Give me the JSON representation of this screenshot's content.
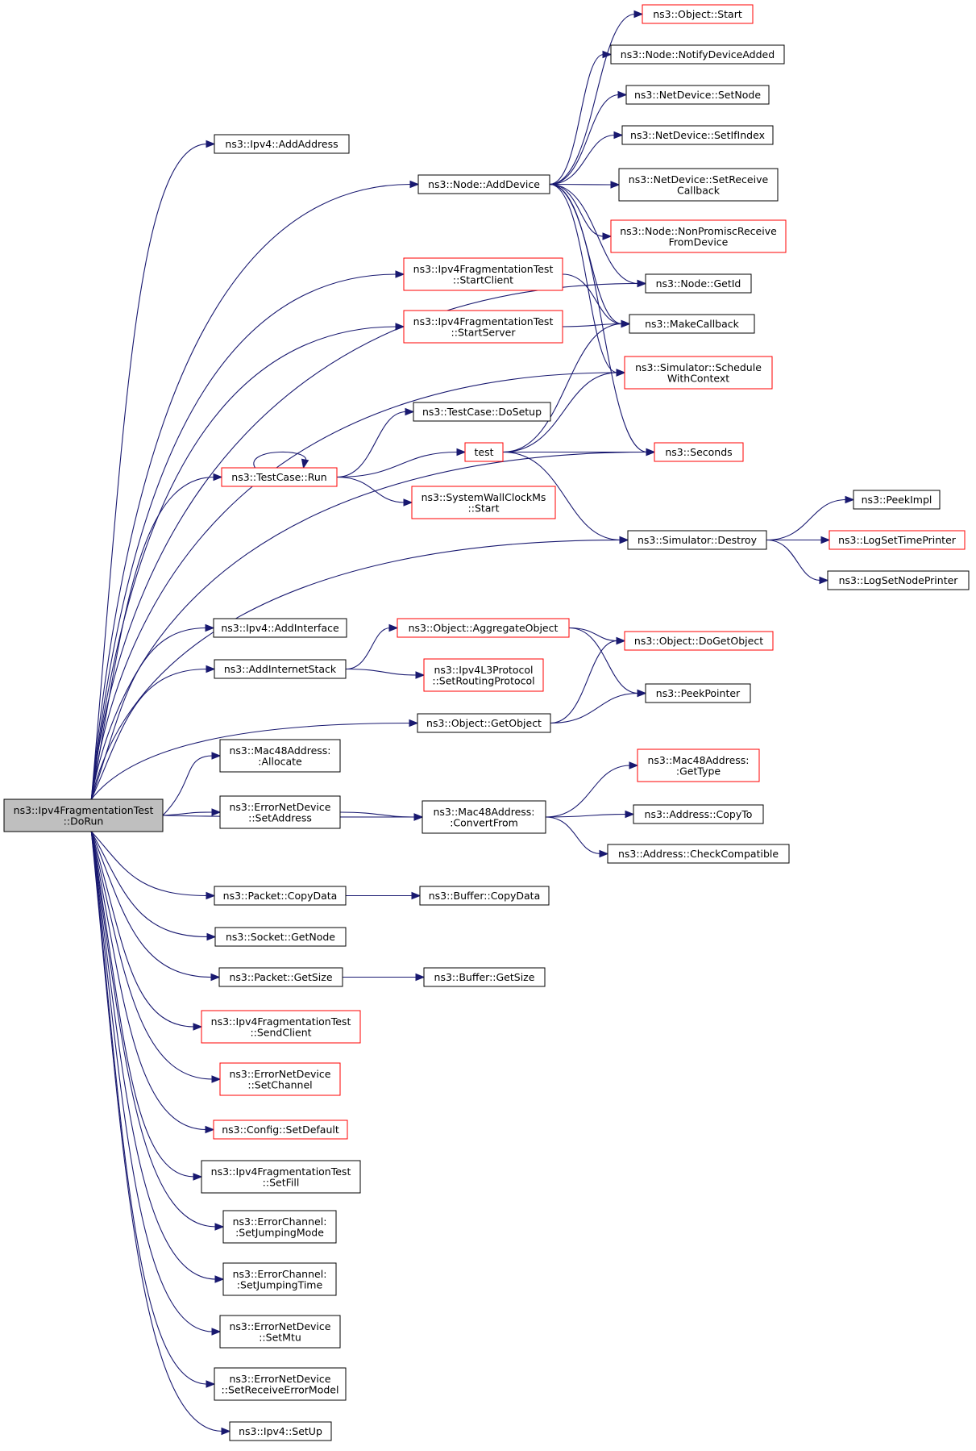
{
  "colors": {
    "edge": "#191970",
    "border_default": "#000000",
    "border_red": "#ff0000",
    "fill_default": "#ffffff",
    "fill_root": "#bfbfbf"
  },
  "nodes": [
    {
      "id": "root",
      "lines": [
        "ns3::Ipv4FragmentationTest",
        "::DoRun"
      ],
      "style": "root"
    },
    {
      "id": "ipv4_addaddress",
      "lines": [
        "ns3::Ipv4::AddAddress"
      ],
      "style": "black"
    },
    {
      "id": "node_adddevice",
      "lines": [
        "ns3::Node::AddDevice"
      ],
      "style": "black"
    },
    {
      "id": "object_start",
      "lines": [
        "ns3::Object::Start"
      ],
      "style": "red"
    },
    {
      "id": "node_notifydeviceadded",
      "lines": [
        "ns3::Node::NotifyDeviceAdded"
      ],
      "style": "black"
    },
    {
      "id": "netdevice_setnode",
      "lines": [
        "ns3::NetDevice::SetNode"
      ],
      "style": "black"
    },
    {
      "id": "netdevice_setifindex",
      "lines": [
        "ns3::NetDevice::SetIfIndex"
      ],
      "style": "black"
    },
    {
      "id": "netdevice_setreceivecallback",
      "lines": [
        "ns3::NetDevice::SetReceive",
        "Callback"
      ],
      "style": "black"
    },
    {
      "id": "node_nonpromiscreceive",
      "lines": [
        "ns3::Node::NonPromiscReceive",
        "FromDevice"
      ],
      "style": "red"
    },
    {
      "id": "node_getid",
      "lines": [
        "ns3::Node::GetId"
      ],
      "style": "black"
    },
    {
      "id": "ipv4frag_startclient",
      "lines": [
        "ns3::Ipv4FragmentationTest",
        "::StartClient"
      ],
      "style": "red"
    },
    {
      "id": "makecallback",
      "lines": [
        "ns3::MakeCallback"
      ],
      "style": "black"
    },
    {
      "id": "ipv4frag_startserver",
      "lines": [
        "ns3::Ipv4FragmentationTest",
        "::StartServer"
      ],
      "style": "red"
    },
    {
      "id": "simulator_schedulewithcontext",
      "lines": [
        "ns3::Simulator::Schedule",
        "WithContext"
      ],
      "style": "red"
    },
    {
      "id": "testcase_dosetup",
      "lines": [
        "ns3::TestCase::DoSetup"
      ],
      "style": "black"
    },
    {
      "id": "test",
      "lines": [
        "test"
      ],
      "style": "red"
    },
    {
      "id": "seconds",
      "lines": [
        "ns3::Seconds"
      ],
      "style": "red"
    },
    {
      "id": "testcase_run",
      "lines": [
        "ns3::TestCase::Run"
      ],
      "style": "red"
    },
    {
      "id": "systemwallclock_start",
      "lines": [
        "ns3::SystemWallClockMs",
        "::Start"
      ],
      "style": "red"
    },
    {
      "id": "peekimpl",
      "lines": [
        "ns3::PeekImpl"
      ],
      "style": "black"
    },
    {
      "id": "simulator_destroy",
      "lines": [
        "ns3::Simulator::Destroy"
      ],
      "style": "black"
    },
    {
      "id": "logsettimeprinter",
      "lines": [
        "ns3::LogSetTimePrinter"
      ],
      "style": "red"
    },
    {
      "id": "logsetnodeprinter",
      "lines": [
        "ns3::LogSetNodePrinter"
      ],
      "style": "black"
    },
    {
      "id": "ipv4_addinterface",
      "lines": [
        "ns3::Ipv4::AddInterface"
      ],
      "style": "black"
    },
    {
      "id": "object_aggregateobject",
      "lines": [
        "ns3::Object::AggregateObject"
      ],
      "style": "red"
    },
    {
      "id": "object_dogetobject",
      "lines": [
        "ns3::Object::DoGetObject"
      ],
      "style": "red"
    },
    {
      "id": "addinternetstack",
      "lines": [
        "ns3::AddInternetStack"
      ],
      "style": "black"
    },
    {
      "id": "ipv4l3_setroutingprotocol",
      "lines": [
        "ns3::Ipv4L3Protocol",
        "::SetRoutingProtocol"
      ],
      "style": "red"
    },
    {
      "id": "peekpointer",
      "lines": [
        "ns3::PeekPointer"
      ],
      "style": "black"
    },
    {
      "id": "object_getobject",
      "lines": [
        "ns3::Object::GetObject"
      ],
      "style": "black"
    },
    {
      "id": "mac48_allocate",
      "lines": [
        "ns3::Mac48Address:",
        ":Allocate"
      ],
      "style": "black"
    },
    {
      "id": "mac48_gettype",
      "lines": [
        "ns3::Mac48Address:",
        ":GetType"
      ],
      "style": "red"
    },
    {
      "id": "errornetdevice_setaddress",
      "lines": [
        "ns3::ErrorNetDevice",
        "::SetAddress"
      ],
      "style": "black"
    },
    {
      "id": "mac48_convertfrom",
      "lines": [
        "ns3::Mac48Address:",
        ":ConvertFrom"
      ],
      "style": "black"
    },
    {
      "id": "address_copyto",
      "lines": [
        "ns3::Address::CopyTo"
      ],
      "style": "black"
    },
    {
      "id": "address_checkcompatible",
      "lines": [
        "ns3::Address::CheckCompatible"
      ],
      "style": "black"
    },
    {
      "id": "packet_copydata",
      "lines": [
        "ns3::Packet::CopyData"
      ],
      "style": "black"
    },
    {
      "id": "buffer_copydata",
      "lines": [
        "ns3::Buffer::CopyData"
      ],
      "style": "black"
    },
    {
      "id": "socket_getnode",
      "lines": [
        "ns3::Socket::GetNode"
      ],
      "style": "black"
    },
    {
      "id": "packet_getsize",
      "lines": [
        "ns3::Packet::GetSize"
      ],
      "style": "black"
    },
    {
      "id": "buffer_getsize",
      "lines": [
        "ns3::Buffer::GetSize"
      ],
      "style": "black"
    },
    {
      "id": "ipv4frag_sendclient",
      "lines": [
        "ns3::Ipv4FragmentationTest",
        "::SendClient"
      ],
      "style": "red"
    },
    {
      "id": "errornetdevice_setchannel",
      "lines": [
        "ns3::ErrorNetDevice",
        "::SetChannel"
      ],
      "style": "red"
    },
    {
      "id": "config_setdefault",
      "lines": [
        "ns3::Config::SetDefault"
      ],
      "style": "red"
    },
    {
      "id": "ipv4frag_setfill",
      "lines": [
        "ns3::Ipv4FragmentationTest",
        "::SetFill"
      ],
      "style": "black"
    },
    {
      "id": "errorchannel_setjumpingmode",
      "lines": [
        "ns3::ErrorChannel:",
        ":SetJumpingMode"
      ],
      "style": "black"
    },
    {
      "id": "errorchannel_setjumpingtime",
      "lines": [
        "ns3::ErrorChannel:",
        ":SetJumpingTime"
      ],
      "style": "black"
    },
    {
      "id": "errornetdevice_setmtu",
      "lines": [
        "ns3::ErrorNetDevice",
        "::SetMtu"
      ],
      "style": "black"
    },
    {
      "id": "errornetdevice_setreceiveerrormodel",
      "lines": [
        "ns3::ErrorNetDevice",
        "::SetReceiveErrorModel"
      ],
      "style": "black"
    },
    {
      "id": "ipv4_setup",
      "lines": [
        "ns3::Ipv4::SetUp"
      ],
      "style": "black"
    }
  ],
  "edges": [
    [
      "root",
      "ipv4_addaddress"
    ],
    [
      "root",
      "node_adddevice"
    ],
    [
      "root",
      "node_getid"
    ],
    [
      "root",
      "ipv4frag_startclient"
    ],
    [
      "root",
      "ipv4frag_startserver"
    ],
    [
      "root",
      "simulator_schedulewithcontext"
    ],
    [
      "root",
      "testcase_run"
    ],
    [
      "root",
      "seconds"
    ],
    [
      "root",
      "simulator_destroy"
    ],
    [
      "root",
      "ipv4_addinterface"
    ],
    [
      "root",
      "addinternetstack"
    ],
    [
      "root",
      "object_getobject"
    ],
    [
      "root",
      "mac48_allocate"
    ],
    [
      "root",
      "errornetdevice_setaddress"
    ],
    [
      "root",
      "mac48_convertfrom"
    ],
    [
      "root",
      "packet_copydata"
    ],
    [
      "root",
      "socket_getnode"
    ],
    [
      "root",
      "packet_getsize"
    ],
    [
      "root",
      "ipv4frag_sendclient"
    ],
    [
      "root",
      "errornetdevice_setchannel"
    ],
    [
      "root",
      "config_setdefault"
    ],
    [
      "root",
      "ipv4frag_setfill"
    ],
    [
      "root",
      "errorchannel_setjumpingmode"
    ],
    [
      "root",
      "errorchannel_setjumpingtime"
    ],
    [
      "root",
      "errornetdevice_setmtu"
    ],
    [
      "root",
      "errornetdevice_setreceiveerrormodel"
    ],
    [
      "root",
      "ipv4_setup"
    ],
    [
      "node_adddevice",
      "object_start"
    ],
    [
      "node_adddevice",
      "node_notifydeviceadded"
    ],
    [
      "node_adddevice",
      "netdevice_setnode"
    ],
    [
      "node_adddevice",
      "netdevice_setifindex"
    ],
    [
      "node_adddevice",
      "netdevice_setreceivecallback"
    ],
    [
      "node_adddevice",
      "node_nonpromiscreceive"
    ],
    [
      "node_adddevice",
      "node_getid"
    ],
    [
      "node_adddevice",
      "makecallback"
    ],
    [
      "node_adddevice",
      "simulator_schedulewithcontext"
    ],
    [
      "node_adddevice",
      "seconds"
    ],
    [
      "ipv4frag_startclient",
      "makecallback"
    ],
    [
      "ipv4frag_startserver",
      "makecallback"
    ],
    [
      "testcase_run",
      "testcase_run"
    ],
    [
      "testcase_run",
      "testcase_dosetup"
    ],
    [
      "testcase_run",
      "test"
    ],
    [
      "testcase_run",
      "systemwallclock_start"
    ],
    [
      "test",
      "makecallback"
    ],
    [
      "test",
      "simulator_schedulewithcontext"
    ],
    [
      "test",
      "seconds"
    ],
    [
      "test",
      "simulator_destroy"
    ],
    [
      "simulator_destroy",
      "peekimpl"
    ],
    [
      "simulator_destroy",
      "logsettimeprinter"
    ],
    [
      "simulator_destroy",
      "logsetnodeprinter"
    ],
    [
      "addinternetstack",
      "object_aggregateobject"
    ],
    [
      "addinternetstack",
      "ipv4l3_setroutingprotocol"
    ],
    [
      "object_aggregateobject",
      "object_dogetobject"
    ],
    [
      "object_aggregateobject",
      "peekpointer"
    ],
    [
      "object_getobject",
      "object_dogetobject"
    ],
    [
      "object_getobject",
      "peekpointer"
    ],
    [
      "errornetdevice_setaddress",
      "mac48_convertfrom"
    ],
    [
      "mac48_convertfrom",
      "mac48_gettype"
    ],
    [
      "mac48_convertfrom",
      "address_copyto"
    ],
    [
      "mac48_convertfrom",
      "address_checkcompatible"
    ],
    [
      "packet_copydata",
      "buffer_copydata"
    ],
    [
      "packet_getsize",
      "buffer_getsize"
    ]
  ]
}
